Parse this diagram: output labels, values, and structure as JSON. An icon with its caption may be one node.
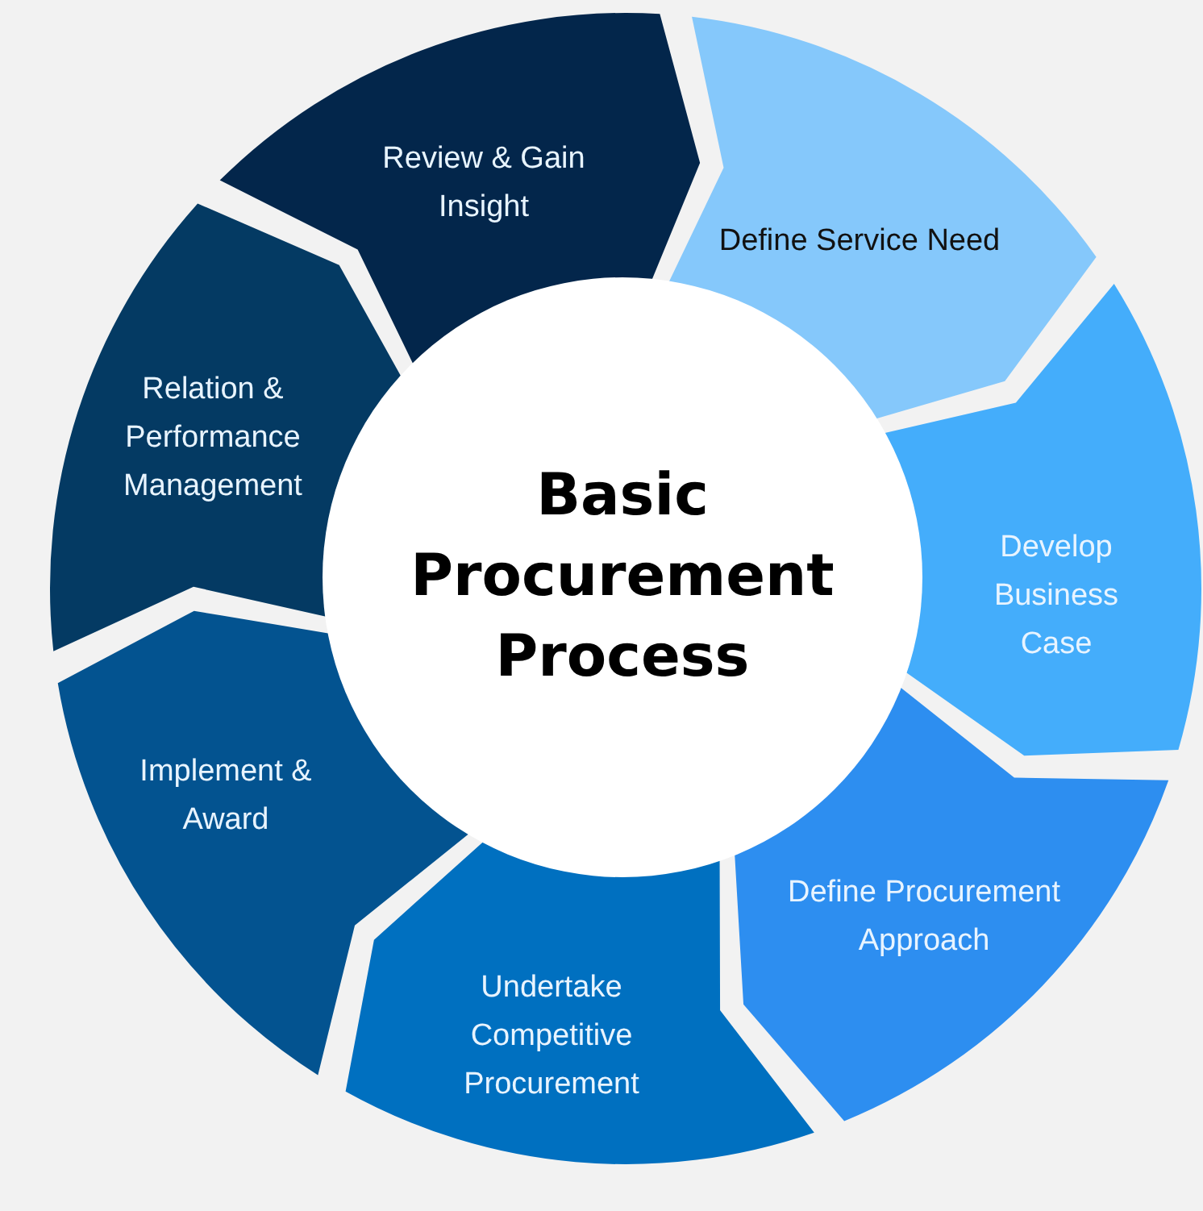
{
  "diagram": {
    "nodes": [
      {
        "text": [
          "Basic Procurement Process"
        ]
      },
      {
        "text": [
          "Define Service Need"
        ]
      },
      {
        "text": [
          "Develop Business Case"
        ]
      },
      {
        "text": [
          "Define Procurement Approach"
        ]
      },
      {
        "text": [
          "Undertake Competitive Procurement"
        ]
      },
      {
        "text": [
          "Implement & Award"
        ]
      },
      {
        "text": [
          "Relation & Performance Management"
        ]
      },
      {
        "text": [
          "Review & Gain Insight"
        ]
      }
    ]
  }
}
